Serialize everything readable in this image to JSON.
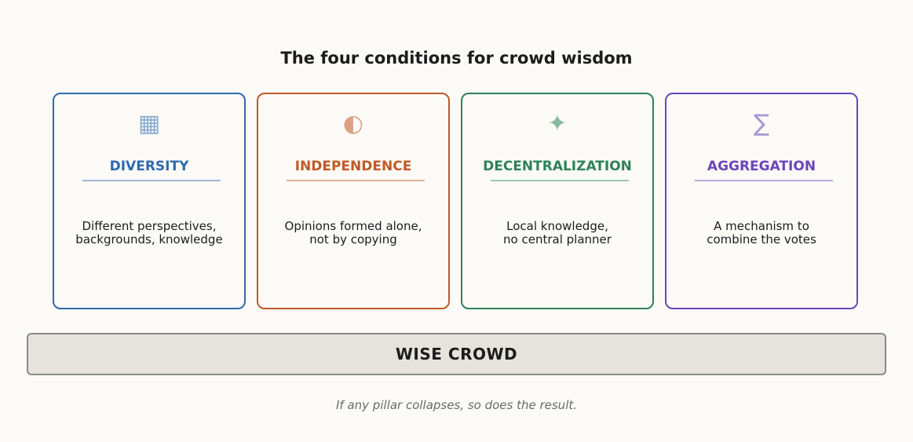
{
  "title": "The four conditions for crowd wisdom",
  "pillars": [
    {
      "icon": "▦",
      "icon_name": "grid-icon",
      "label": "DIVERSITY",
      "line1": "Different perspectives,",
      "line2": "backgrounds, knowledge",
      "color": "#2f6aad"
    },
    {
      "icon": "◐",
      "icon_name": "half-circle-icon",
      "label": "INDEPENDENCE",
      "line1": "Opinions formed alone,",
      "line2": "not by copying",
      "color": "#c05a26"
    },
    {
      "icon": "✦",
      "icon_name": "star-icon",
      "label": "DECENTRALIZATION",
      "line1": "Local knowledge,",
      "line2": "no central planner",
      "color": "#2f8159"
    },
    {
      "icon": "∑",
      "icon_name": "sigma-icon",
      "label": "AGGREGATION",
      "line1": "A mechanism to",
      "line2": "combine the votes",
      "color": "#6b45b8"
    }
  ],
  "base_label": "WISE CROWD",
  "caption": "If any pillar collapses, so does the result."
}
